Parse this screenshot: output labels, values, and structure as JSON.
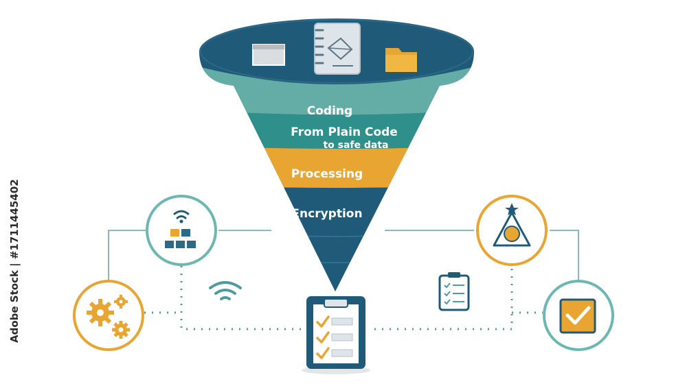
{
  "funnel": {
    "stages": [
      {
        "label": "Coding"
      },
      {
        "label_line1": "From Plain Code",
        "label_line2": "to safe data"
      },
      {
        "label": "Processing"
      },
      {
        "label": "Encryption"
      }
    ]
  },
  "side_id": "Adobe Stock | #1711445402",
  "colors": {
    "navy": "#1f5a78",
    "teal": "#2f8f8a",
    "mint": "#63ada6",
    "gold": "#e8a531",
    "orange_ring": "#e8a531",
    "teal_ring": "#6db7b3"
  },
  "icons": [
    "window-icon",
    "notebook-icon",
    "folder-icon",
    "wifi-blocks-icon",
    "gears-icon",
    "wifi-icon",
    "clipboard-checklist-icon",
    "small-clipboard-icon",
    "triangle-star-icon",
    "checkbox-icon"
  ]
}
